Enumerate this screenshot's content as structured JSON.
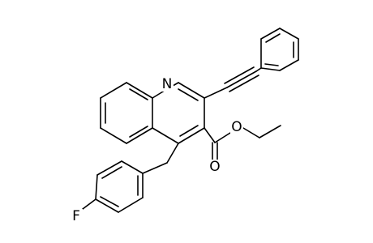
{
  "molecule": {
    "atoms": [
      {
        "id": "n1",
        "symbol": "N",
        "label": "N"
      },
      {
        "id": "o_ester",
        "symbol": "O",
        "label": "O"
      },
      {
        "id": "o_carbonyl",
        "symbol": "O",
        "label": "O"
      },
      {
        "id": "f1",
        "symbol": "F",
        "label": "F"
      }
    ]
  },
  "colors": {
    "bond": "#000000",
    "label": "#000000",
    "background": "#ffffff"
  }
}
